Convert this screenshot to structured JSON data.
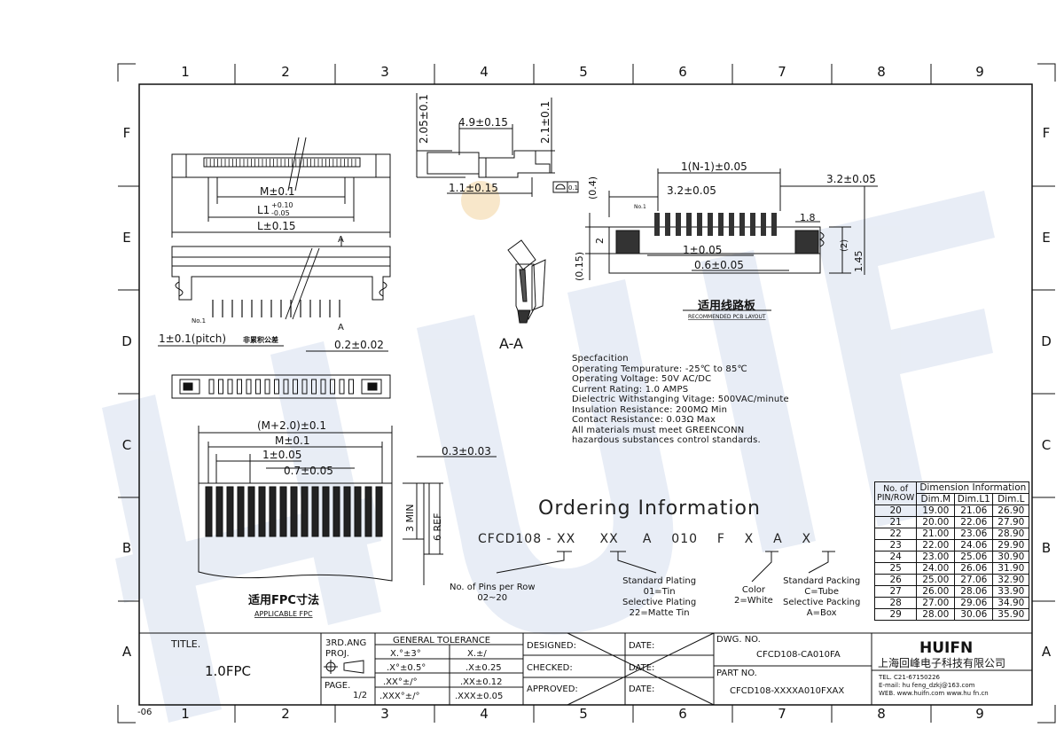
{
  "frame": {
    "col_labels": [
      "1",
      "2",
      "3",
      "4",
      "5",
      "6",
      "7",
      "8",
      "9"
    ],
    "row_labels": [
      "F",
      "E",
      "D",
      "C",
      "B",
      "A"
    ],
    "corner_mark": "-06"
  },
  "views": {
    "top": {
      "dim_m": "M±0.1",
      "dim_l1": "L1",
      "dim_l1_tol_top": "+0.10",
      "dim_l1_tol_bottom": "-0.05",
      "dim_l": "L±0.15"
    },
    "front": {
      "no1": "No.1",
      "marker_a": "A",
      "pitch": "1±0.1(pitch)",
      "pitch_note": "非累积公差",
      "pin_width": "0.2±0.02"
    },
    "side": {
      "h1": "2.05±0.1",
      "w1": "4.9±0.15",
      "h2": "2.1±0.1",
      "w2": "1.1±0.15",
      "flatness": "0.1"
    },
    "section": {
      "label": "A-A"
    },
    "pcb": {
      "pitch_total": "1(N-1)±0.05",
      "offset_left": "3.2±0.05",
      "offset_right": "3.2±0.05",
      "v1": "(0.4)",
      "v2": "2",
      "v3": "(0.15)",
      "pad_w": "1.8",
      "v4": "(2)",
      "v5": "1.45",
      "pitch": "1±0.05",
      "pad": "0.6±0.05",
      "no1": "No.1",
      "title_cn": "适用线路板",
      "title_en": "RECOMMENDED PCB LAYOUT"
    },
    "fpc": {
      "total": "(M+2.0)±0.1",
      "m": "M±0.1",
      "pitch": "1±0.05",
      "width": "0.7±0.05",
      "thick": "0.3±0.03",
      "min": "3 MIN",
      "ref": "6 REF",
      "title_cn": "适用FPC寸法",
      "title_en": "APPLICABLE FPC"
    }
  },
  "specification": {
    "lines": [
      "Specfacition",
      "Operating Tempurature: -25℃ to 85℃",
      "Operating Voltage: 50V AC/DC",
      "Current Rating: 1.0 AMPS",
      "Dielectric Withstanging Vitage: 500VAC/minute",
      "Insulation Resistance: 200MΩ Min",
      "Contact Resistance: 0.03Ω Max",
      "All materials must meet GREENCONN",
      "hazardous substances control standards."
    ]
  },
  "ordering": {
    "title": "Ordering Information",
    "code": "CFCD108 - XX     XX     A    010    F    X    A    X",
    "pins_label": "No. of Pins per Row",
    "pins_range": "02~20",
    "plating_title": "Standard Plating",
    "plating_1": "01=Tin",
    "plating_2": "Selective Plating",
    "plating_3": "22=Matte Tin",
    "color_title": "Color",
    "color_1": "2=White",
    "packing_title": "Standard Packing",
    "packing_1": "C=Tube",
    "packing_2": "Selective Packing",
    "packing_3": "A=Box"
  },
  "dimension_table": {
    "h_pins_1": "No. of",
    "h_pins_2": "PIN/ROW",
    "h_group": "Dimension Information",
    "h_m": "Dim.M",
    "h_l1": "Dim.L1",
    "h_l": "Dim.L",
    "rows": [
      [
        "20",
        "19.00",
        "21.06",
        "26.90"
      ],
      [
        "21",
        "20.00",
        "22.06",
        "27.90"
      ],
      [
        "22",
        "21.00",
        "23.06",
        "28.90"
      ],
      [
        "23",
        "22.00",
        "24.06",
        "29.90"
      ],
      [
        "24",
        "23.00",
        "25.06",
        "30.90"
      ],
      [
        "25",
        "24.00",
        "26.06",
        "31.90"
      ],
      [
        "26",
        "25.00",
        "27.06",
        "32.90"
      ],
      [
        "27",
        "26.00",
        "28.06",
        "33.90"
      ],
      [
        "28",
        "27.00",
        "29.06",
        "34.90"
      ],
      [
        "29",
        "28.00",
        "30.06",
        "35.90"
      ]
    ]
  },
  "title_block": {
    "title_label": "TITLE.",
    "title_value": "1.0FPC",
    "proj_1": "3RD.ANG",
    "proj_2": "PROJ.",
    "page_label": "PAGE.",
    "page_value": "1/2",
    "tol_title": "GENERAL  TOLERANCE",
    "tol_rows": [
      [
        "X.°±3°",
        "X.±/"
      ],
      [
        ".X°±0.5°",
        ".X±0.25"
      ],
      [
        ".XX°±/°",
        ".XX±0.12"
      ],
      [
        ".XXX°±/°",
        ".XXX±0.05"
      ]
    ],
    "designed": "DESIGNED:",
    "checked": "CHECKED:",
    "approved": "APPROVED:",
    "date": "DATE:",
    "dwg_label": "DWG.  NO.",
    "dwg_value": "CFCD108-CA010FA",
    "part_label": "PART NO.",
    "part_value": "CFCD108-XXXXA010FXAX",
    "company_logo": "HUIFN",
    "company_name": "上海回峰电子科技有限公司",
    "tel": "TEL. C21-67150226",
    "email": "E-mail: hu feng_dzkj@163.com",
    "web": "WEB. www.huifn.com   www.hu fn.cn"
  },
  "watermark": "HUIFN",
  "colors": {
    "line": "#111111",
    "watermark": "#e5ebf4",
    "accent": "#f3d7a8"
  }
}
